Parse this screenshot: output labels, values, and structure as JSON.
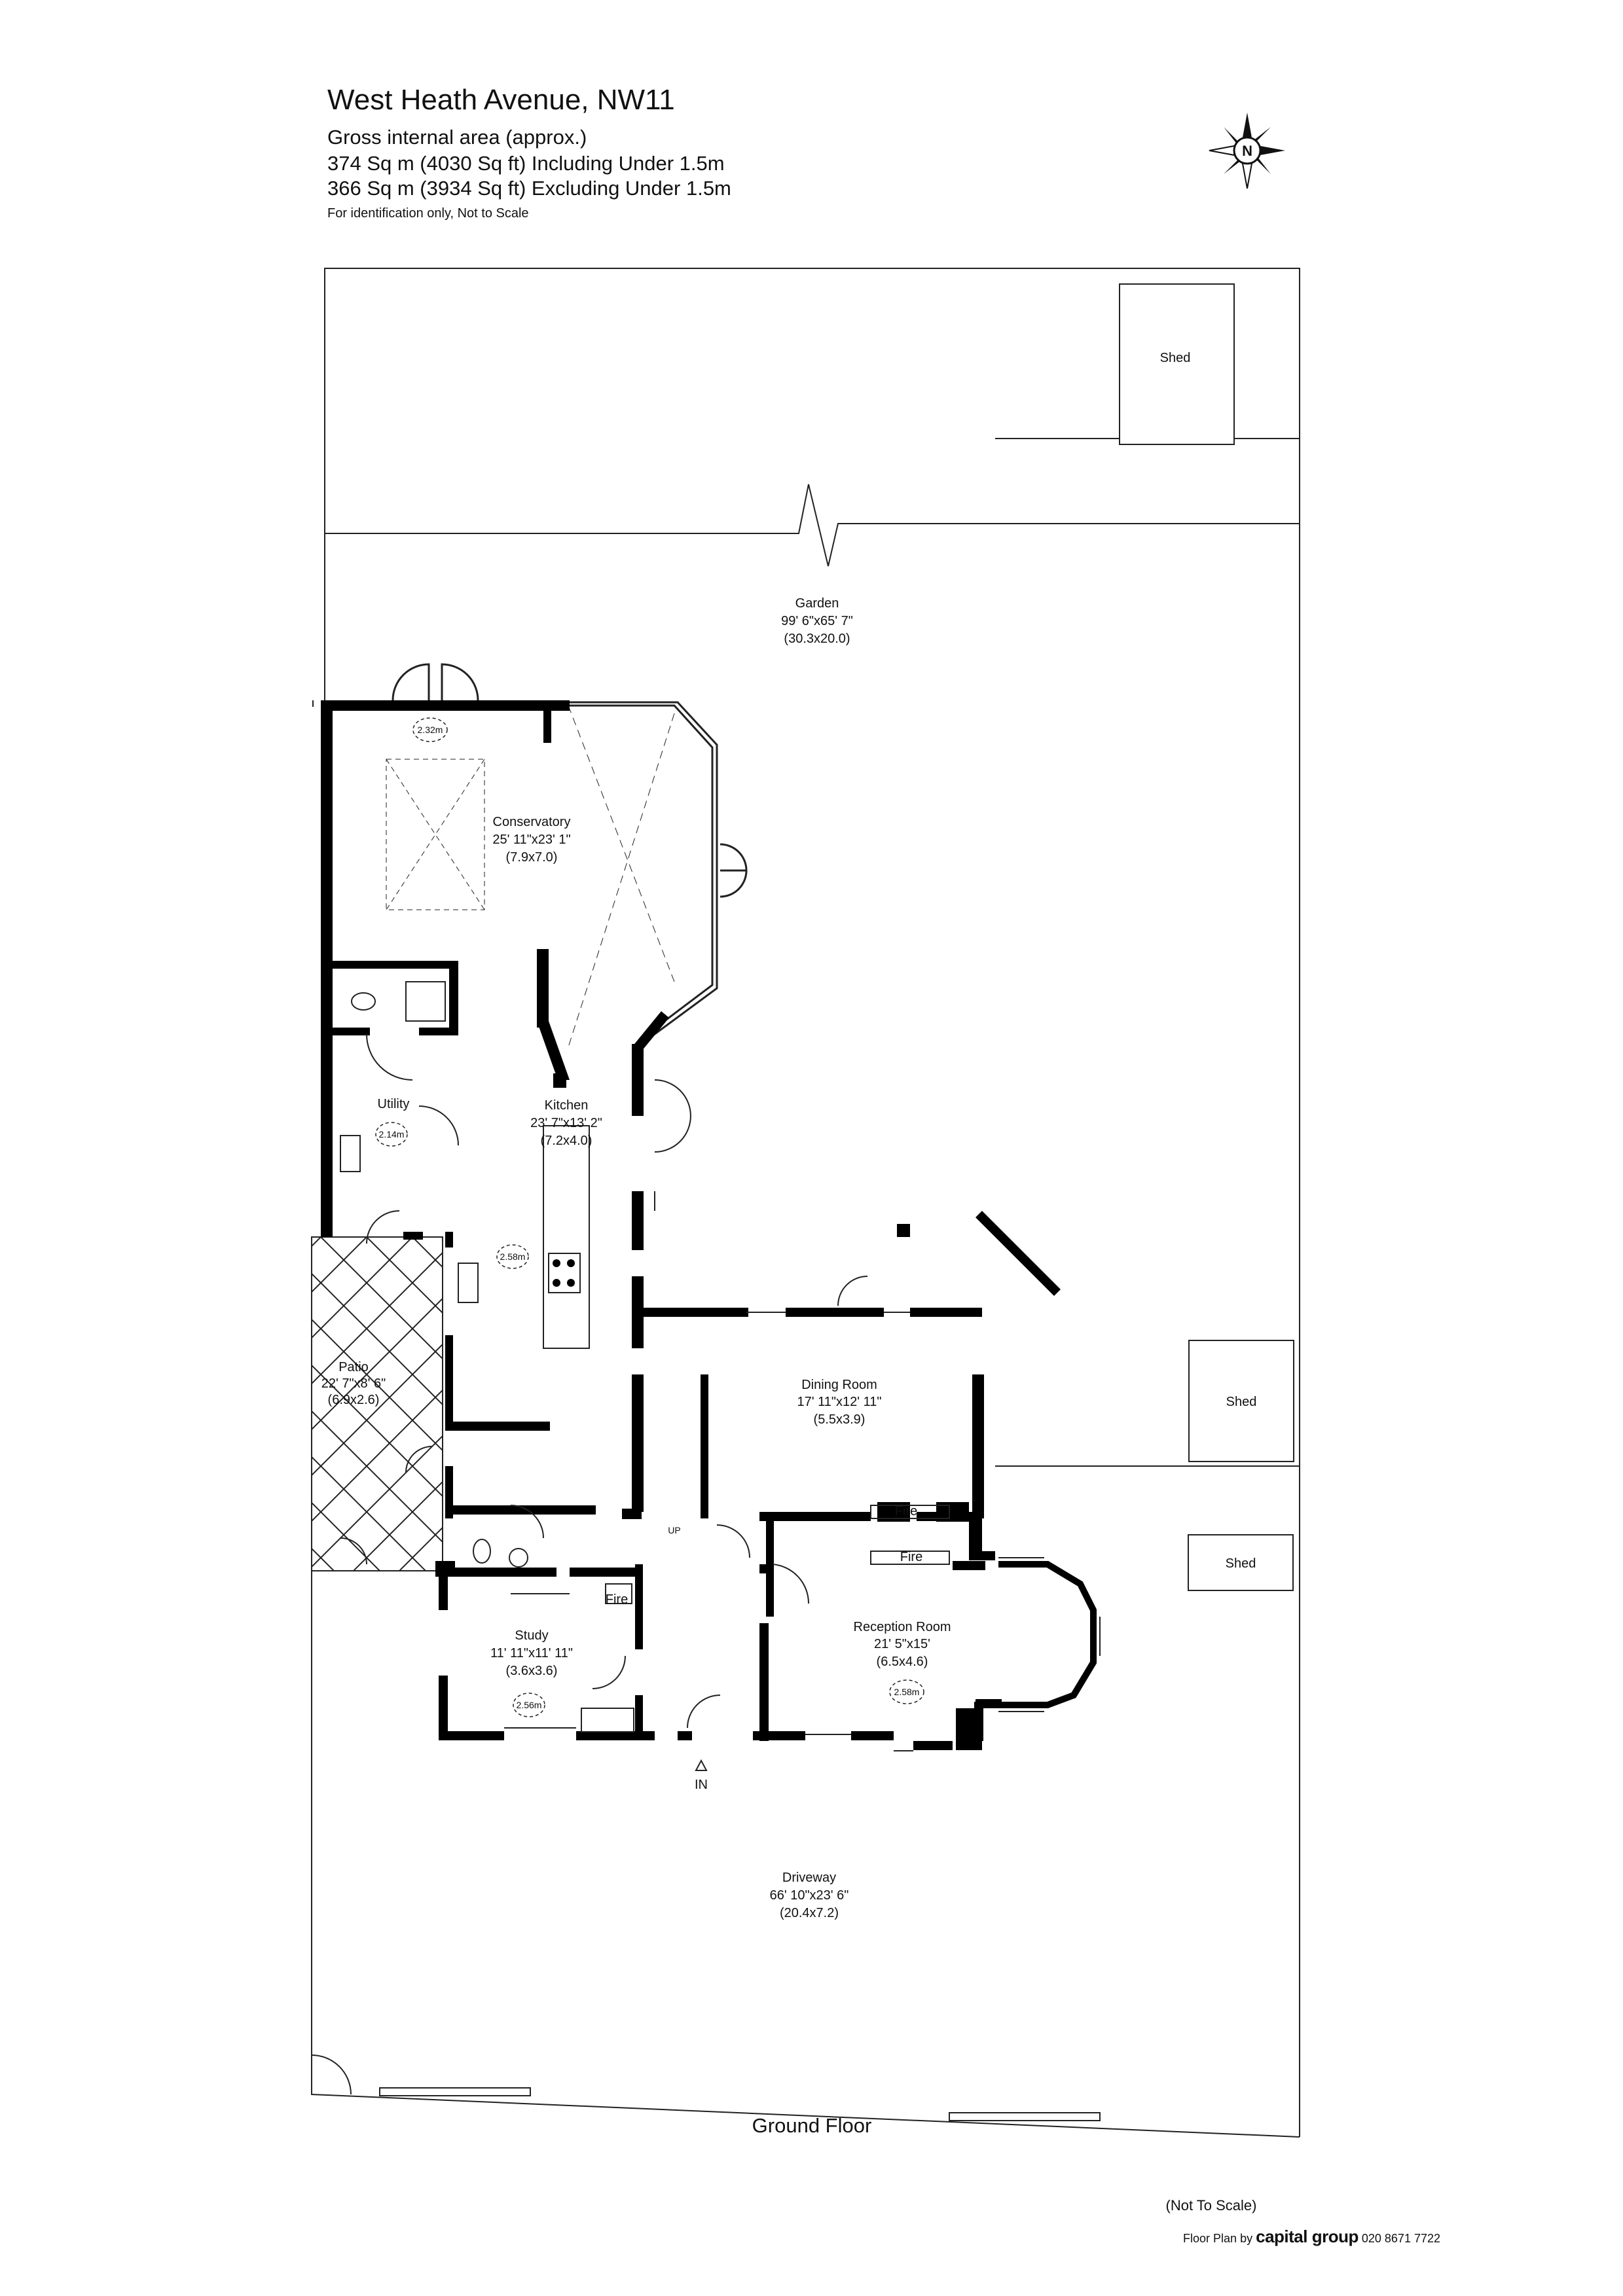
{
  "header": {
    "title": "West Heath Avenue, NW11",
    "gross_label": "Gross internal area (approx.)",
    "including": "374 Sq m (4030 Sq ft) Including Under 1.5m",
    "excluding": "366 Sq m (3934 Sq ft) Excluding Under 1.5m",
    "note": "For identification only, Not to Scale"
  },
  "compass": {
    "letter": "N"
  },
  "rooms": {
    "shed_top": {
      "name": "Shed"
    },
    "shed_mid": {
      "name": "Shed"
    },
    "shed_low": {
      "name": "Shed"
    },
    "garden": {
      "name": "Garden",
      "imperial": "99' 6\"x65' 7\"",
      "metric": "(30.3x20.0)"
    },
    "conservatory": {
      "name": "Conservatory",
      "imperial": "25' 11\"x23' 1\"",
      "metric": "(7.9x7.0)",
      "height": "2.32m"
    },
    "utility": {
      "name": "Utility",
      "height": "2.14m"
    },
    "kitchen": {
      "name": "Kitchen",
      "imperial": "23' 7\"x13' 2\"",
      "metric": "(7.2x4.0)",
      "height": "2.58m"
    },
    "patio": {
      "name": "Patio",
      "imperial": "22' 7\"x8' 6\"",
      "metric": "(6.9x2.6)"
    },
    "dining": {
      "name": "Dining Room",
      "imperial": "17' 11\"x12' 11\"",
      "metric": "(5.5x3.9)"
    },
    "study": {
      "name": "Study",
      "imperial": "11' 11\"x11' 11\"",
      "metric": "(3.6x3.6)",
      "height": "2.56m"
    },
    "reception": {
      "name": "Reception Room",
      "imperial": "21' 5\"x15'",
      "metric": "(6.5x4.6)",
      "height": "2.58m"
    },
    "driveway": {
      "name": "Driveway",
      "imperial": "66' 10\"x23' 6\"",
      "metric": "(20.4x7.2)"
    }
  },
  "markers": {
    "fire_dining": "Fire",
    "fire_reception": "Fire",
    "fire_study": "Fire",
    "stairs_up": "UP",
    "entrance": "IN"
  },
  "footer": {
    "floor": "Ground Floor",
    "not_to_scale": "(Not To Scale)",
    "credit_prefix": "Floor Plan by",
    "brand": "capital group",
    "phone": "020 8671 7722"
  },
  "colors": {
    "wall": "#000000",
    "line": "#222222",
    "paper": "#ffffff"
  }
}
